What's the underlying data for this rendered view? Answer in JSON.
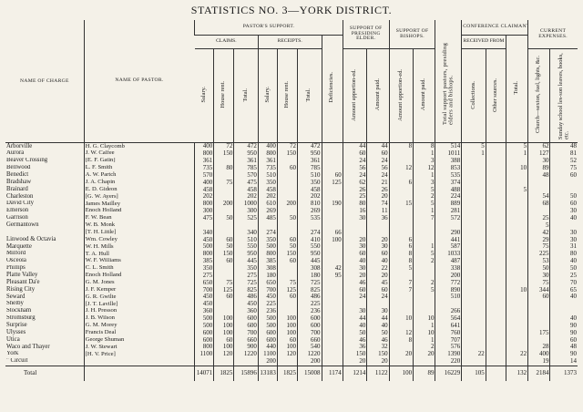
{
  "title": "STATISTICS NO. 3—YORK DISTRICT.",
  "headers": {
    "charge": "NAME OF CHARGE",
    "pastor": "NAME OF PASTOR.",
    "pastors_support": "PASTOR'S SUPPORT.",
    "claims": "CLAIMS.",
    "receipts": "RECEIPTS.",
    "presiding": "SUPPORT OF PRESIDING ELDER.",
    "bishops": "SUPPORT OF BISHOPS.",
    "conference": "CONFERENCE CLAIMANTS.",
    "received_from": "RECEIVED FROM",
    "current": "CURRENT EXPENSES.",
    "cols": [
      "Salary.",
      "House rent.",
      "Total.",
      "Salary.",
      "House rent.",
      "Total.",
      "Deficiencies.",
      "Amount apportion-ed.",
      "Amount paid.",
      "Amount apportion-ed.",
      "Amount paid.",
      "Total support pastors, presiding elders and bishops.",
      "Collections.",
      "Other sources.",
      "Total.",
      "Church—sexton, fuel, lights, &c.",
      "Sunday school les-son leaves, books, etc."
    ]
  },
  "rows": [
    {
      "charge": "Arborville",
      "pastor": "H. G. Claycomb",
      "v": [
        "400",
        "72",
        "472",
        "400",
        "72",
        "472",
        "",
        "44",
        "44",
        "8",
        "8",
        "514",
        "5",
        "",
        "5",
        "62",
        "48"
      ]
    },
    {
      "charge": "Aurora",
      "pastor": "J. W. Calfee",
      "v": [
        "800",
        "150",
        "950",
        "800",
        "150",
        "950",
        "",
        "60",
        "60",
        "",
        "1",
        "1011",
        "1",
        "",
        "1",
        "127",
        "81"
      ]
    },
    {
      "charge": "Beaver Crossing",
      "pastor": "[E. F. Gatin]",
      "v": [
        "361",
        "",
        "361",
        "361",
        "",
        "361",
        "",
        "24",
        "24",
        "",
        "3",
        "388",
        "",
        "",
        "",
        "30",
        "52"
      ]
    },
    {
      "charge": "Bellwood",
      "pastor": "L. F. Smith",
      "v": [
        "735",
        "80",
        "785",
        "735",
        "60",
        "785",
        "",
        "56",
        "56",
        "12",
        "12",
        "853",
        "",
        "",
        "10",
        "89",
        "75"
      ]
    },
    {
      "charge": "Benedict",
      "pastor": "A. W. Partch",
      "v": [
        "570",
        "",
        "570",
        "510",
        "",
        "510",
        "60",
        "24",
        "24",
        "",
        "1",
        "535",
        "",
        "",
        "",
        "48",
        "60"
      ]
    },
    {
      "charge": "Bradshaw",
      "pastor": "J. A. Chapin",
      "v": [
        "400",
        "75",
        "475",
        "350",
        "",
        "350",
        "125",
        "62",
        "21",
        "6",
        "3",
        "374",
        "",
        "",
        "",
        "",
        ""
      ]
    },
    {
      "charge": "Brainard",
      "pastor": "E. D. Gideon",
      "v": [
        "458",
        "",
        "458",
        "458",
        "",
        "458",
        "",
        "26",
        "26",
        "",
        "5",
        "488",
        "",
        "",
        "5",
        "",
        ""
      ]
    },
    {
      "charge": "Charleston",
      "pastor": "[G. W. Ayers]",
      "v": [
        "202",
        "",
        "202",
        "202",
        "",
        "202",
        "",
        "25",
        "20",
        "",
        "2",
        "224",
        "",
        "",
        "",
        "54",
        "50"
      ]
    },
    {
      "charge": "David City",
      "pastor": "James Mailley",
      "v": [
        "800",
        "200",
        "1000",
        "610",
        "200",
        "810",
        "190",
        "80",
        "74",
        "15",
        "5",
        "889",
        "",
        "",
        "",
        "68",
        "60"
      ]
    },
    {
      "charge": "Emerson",
      "pastor": "Enoch Holland",
      "v": [
        "300",
        "",
        "300",
        "269",
        "",
        "269",
        "",
        "16",
        "11",
        "",
        "1",
        "281",
        "",
        "",
        "",
        "",
        "30"
      ]
    },
    {
      "charge": "Garrison",
      "pastor": "F. W. Bean",
      "v": [
        "475",
        "50",
        "525",
        "485",
        "50",
        "535",
        "",
        "30",
        "36",
        "",
        "7",
        "572",
        "",
        "",
        "",
        "25",
        "40"
      ]
    },
    {
      "charge": "Germantown",
      "pastor": "W. B. Monk",
      "v": [
        "",
        "",
        "",
        "",
        "",
        "",
        "",
        "",
        "",
        "",
        "",
        "",
        "",
        "",
        "",
        "5",
        ""
      ]
    },
    {
      "charge": "",
      "pastor": "[T. H. Little]",
      "v": [
        "340",
        "",
        "340",
        "274",
        "",
        "274",
        "66",
        "",
        "",
        "",
        "",
        "290",
        "",
        "",
        "",
        "42",
        "30"
      ]
    },
    {
      "charge": "Linwood & Octavia",
      "pastor": "Wm. Cowley",
      "v": [
        "450",
        "60",
        "510",
        "350",
        "60",
        "410",
        "100",
        "20",
        "20",
        "6",
        "",
        "441",
        "",
        "",
        "",
        "29",
        "30"
      ]
    },
    {
      "charge": "Marquette",
      "pastor": "W. H. Mills",
      "v": [
        "500",
        "50",
        "550",
        "500",
        "50",
        "550",
        "",
        "30",
        "30",
        "6",
        "1",
        "587",
        "",
        "",
        "",
        "75",
        "31"
      ]
    },
    {
      "charge": "Milford",
      "pastor": "T. A. Hull",
      "v": [
        "800",
        "150",
        "950",
        "800",
        "150",
        "950",
        "",
        "60",
        "60",
        "8",
        "5",
        "1033",
        "",
        "",
        "",
        "225",
        "80"
      ]
    },
    {
      "charge": "Osceola",
      "pastor": "W. F. Williams",
      "v": [
        "385",
        "60",
        "445",
        "385",
        "60",
        "445",
        "",
        "40",
        "40",
        "8",
        "2",
        "487",
        "",
        "",
        "",
        "53",
        "40"
      ]
    },
    {
      "charge": "Phillips",
      "pastor": "C. L. Smith",
      "v": [
        "350",
        "",
        "350",
        "308",
        "",
        "308",
        "42",
        "30",
        "22",
        "5",
        "",
        "338",
        "",
        "",
        "",
        "50",
        "50"
      ]
    },
    {
      "charge": "Platte Valley",
      "pastor": "Enoch Holland",
      "v": [
        "275",
        "",
        "275",
        "180",
        "",
        "180",
        "95",
        "20",
        "20",
        "",
        "",
        "200",
        "",
        "",
        "",
        "30",
        "25"
      ]
    },
    {
      "charge": "Pleasant Da'e",
      "pastor": "G. M. Jones",
      "v": [
        "650",
        "75",
        "725",
        "650",
        "75",
        "725",
        "",
        "46",
        "45",
        "7",
        "2",
        "772",
        "",
        "",
        "",
        "75",
        "70"
      ]
    },
    {
      "charge": "Rising City",
      "pastor": "J. F. Kemper",
      "v": [
        "700",
        "125",
        "825",
        "700",
        "125",
        "825",
        "",
        "60",
        "60",
        "7",
        "5",
        "890",
        "",
        "",
        "10",
        "344",
        "65"
      ]
    },
    {
      "charge": "Seward",
      "pastor": "G. R. Gwilte",
      "v": [
        "450",
        "60",
        "486",
        "450",
        "60",
        "486",
        "",
        "24",
        "24",
        "",
        "",
        "510",
        "",
        "",
        "",
        "60",
        "40"
      ]
    },
    {
      "charge": "Shelby",
      "pastor": "[J. T. Laville]",
      "v": [
        "450",
        "",
        "450",
        "225",
        "",
        "225",
        "",
        "",
        "",
        "",
        "",
        "",
        "",
        "",
        "",
        "",
        ""
      ]
    },
    {
      "charge": "Stockham",
      "pastor": "J. H. Presson",
      "v": [
        "360",
        "",
        "360",
        "236",
        "",
        "236",
        "",
        "30",
        "30",
        "",
        "",
        "266",
        "",
        "",
        "",
        "",
        ""
      ]
    },
    {
      "charge": "Stromsburg",
      "pastor": "J. B. Wilson",
      "v": [
        "500",
        "100",
        "600",
        "500",
        "100",
        "600",
        "",
        "44",
        "44",
        "10",
        "10",
        "564",
        "",
        "",
        "",
        "",
        "40"
      ]
    },
    {
      "charge": "Surprise",
      "pastor": "G. M. Morey",
      "v": [
        "500",
        "100",
        "600",
        "500",
        "100",
        "600",
        "",
        "40",
        "40",
        "",
        "1",
        "641",
        "",
        "",
        "",
        "",
        "90"
      ]
    },
    {
      "charge": "Ulysses",
      "pastor": "Francis Deal",
      "v": [
        "600",
        "100",
        "700",
        "600",
        "100",
        "700",
        "",
        "50",
        "50",
        "12",
        "10",
        "760",
        "",
        "",
        "",
        "175",
        "90"
      ]
    },
    {
      "charge": "Utica",
      "pastor": "George Shuman",
      "v": [
        "600",
        "60",
        "660",
        "600",
        "60",
        "660",
        "",
        "46",
        "46",
        "8",
        "1",
        "707",
        "",
        "",
        "",
        "",
        "60"
      ]
    },
    {
      "charge": "Waco and Thayer",
      "pastor": "J. W. Stewart",
      "v": [
        "800",
        "100",
        "900",
        "440",
        "100",
        "540",
        "",
        "36",
        "32",
        "",
        "2",
        "576",
        "",
        "",
        "",
        "28",
        "48"
      ]
    },
    {
      "charge": "York",
      "pastor": "[H. V. Price]",
      "v": [
        "1100",
        "120",
        "1220",
        "1100",
        "120",
        "1220",
        "",
        "150",
        "150",
        "20",
        "20",
        "1390",
        "22",
        "",
        "22",
        "400",
        "90"
      ]
    },
    {
      "charge": "\" Circuit",
      "pastor": "",
      "v": [
        "",
        "",
        "",
        "200",
        "",
        "200",
        "",
        "20",
        "20",
        "",
        "",
        "220",
        "",
        "",
        "",
        "19",
        "14"
      ]
    }
  ],
  "total": {
    "label": "Total",
    "v": [
      "14071",
      "1825",
      "15896",
      "13183",
      "1825",
      "15008",
      "1174",
      "1214",
      "1122",
      "100",
      "89",
      "16229",
      "105",
      "",
      "132",
      "2184",
      "1373"
    ]
  }
}
